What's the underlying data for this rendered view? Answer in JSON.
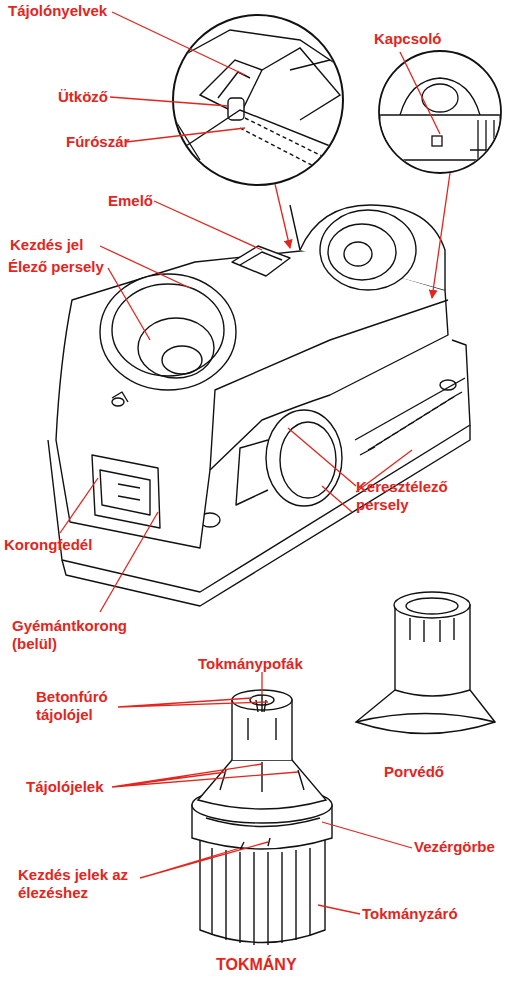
{
  "diagram": {
    "labels": [
      "Tájolónyelvek",
      "Ütköző",
      "Fúrószár",
      "Kapcsoló",
      "Emelő",
      "Kezdés jel",
      "Élező persely",
      "Keresztélező persely",
      "Korongfedél",
      "Gyémántkorong (belül)",
      "Tokmánypofák",
      "Betonfúró tájolójel",
      "Tájolójelek",
      "Porvédő",
      "Vezérgörbe",
      "Kezdés jelek az élezéshez",
      "Tokmányzáró",
      "TOKMÁNY"
    ]
  }
}
